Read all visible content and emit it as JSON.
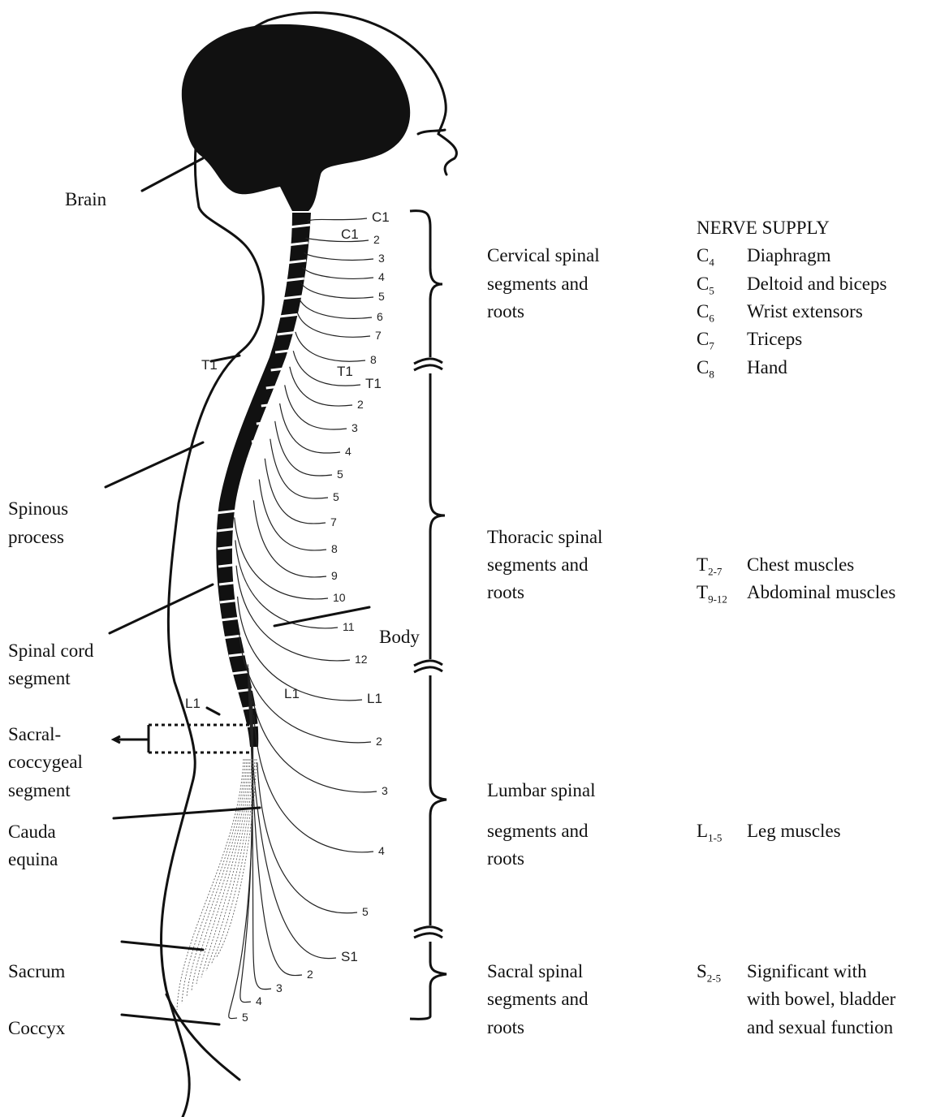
{
  "left_labels": {
    "brain": "Brain",
    "spinous_1": "Spinous",
    "spinous_2": "process",
    "cord_1": "Spinal cord",
    "cord_2": "segment",
    "sacral_cocc_1": "Sacral-",
    "sacral_cocc_2": "coccygeal",
    "sacral_cocc_3": "segment",
    "cauda_1": "Cauda",
    "cauda_2": "equina",
    "sacrum": "Sacrum",
    "coccyx": "Coccyx"
  },
  "body_label": "Body",
  "regions": {
    "cervical": [
      "Cervical spinal",
      "segments and",
      "roots"
    ],
    "thoracic": [
      "Thoracic spinal",
      "segments and",
      "roots"
    ],
    "lumbar": [
      "Lumbar spinal",
      "segments and",
      "roots"
    ],
    "sacral": [
      "Sacral spinal",
      "segments and",
      "roots"
    ]
  },
  "nerve_supply": {
    "title": "NERVE SUPPLY",
    "cervical": [
      {
        "code": "C",
        "sub": "4",
        "muscle": "Diaphragm"
      },
      {
        "code": "C",
        "sub": "5",
        "muscle": "Deltoid and biceps"
      },
      {
        "code": "C",
        "sub": "6",
        "muscle": "Wrist extensors"
      },
      {
        "code": "C",
        "sub": "7",
        "muscle": "Triceps"
      },
      {
        "code": "C",
        "sub": "8",
        "muscle": "Hand"
      }
    ],
    "thoracic": [
      {
        "code": "T",
        "sub": "2-7",
        "muscle": "Chest muscles"
      },
      {
        "code": "T",
        "sub": "9-12",
        "muscle": "Abdominal muscles"
      }
    ],
    "lumbar": [
      {
        "code": "L",
        "sub": "1-5",
        "muscle": "Leg muscles"
      }
    ],
    "sacral": {
      "code": "S",
      "sub": "2-5",
      "lines": [
        "Significant with",
        "with bowel, bladder",
        "and sexual function"
      ]
    }
  },
  "segment_labels": {
    "cervical": [
      "C1",
      "2",
      "3",
      "4",
      "5",
      "6",
      "7",
      "8"
    ],
    "thoracic": [
      "T1",
      "2",
      "3",
      "4",
      "5",
      "5",
      "7",
      "8",
      "9",
      "10",
      "11",
      "12"
    ],
    "lumbar": [
      "L1",
      "2",
      "3",
      "4",
      "5"
    ],
    "sacral": [
      "S1",
      "2",
      "3",
      "4",
      "5"
    ],
    "vertebra_marks": [
      "C1",
      "T1",
      "T1",
      "L1",
      "L1"
    ]
  }
}
